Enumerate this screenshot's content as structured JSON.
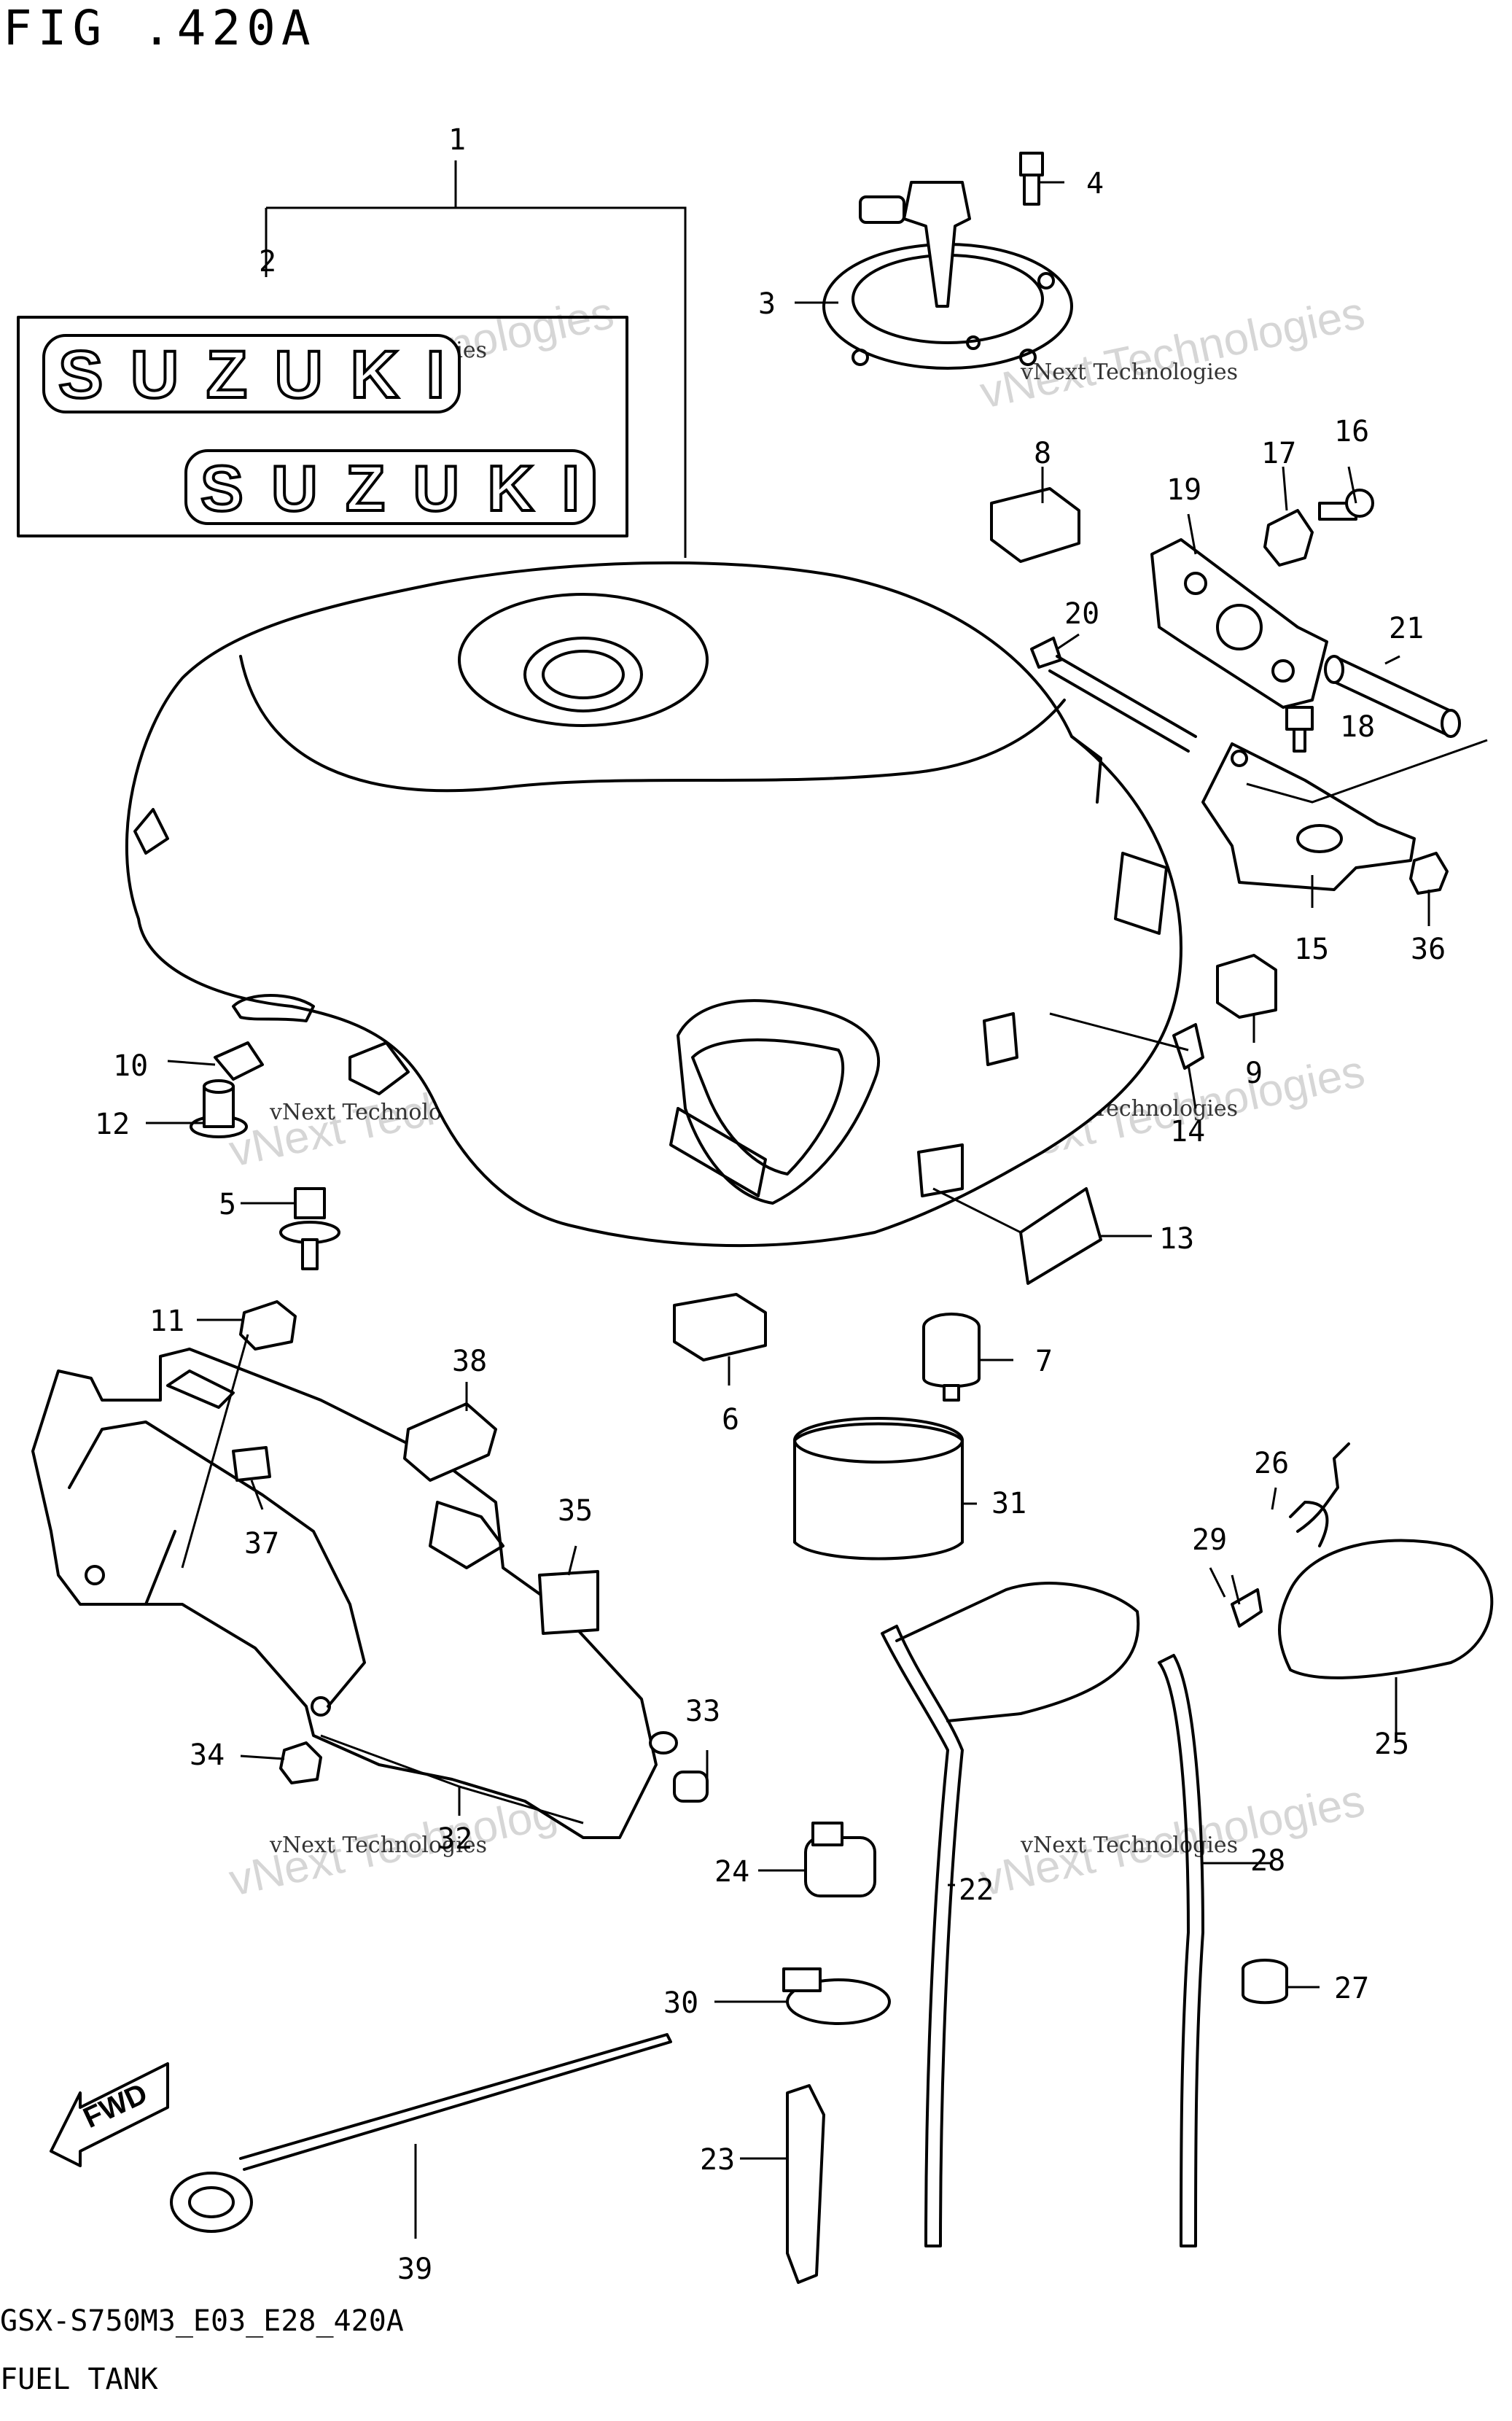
{
  "figure": {
    "title": "FIG .420A",
    "model_code": "GSX-S750M3_E03_E28_420A",
    "caption": "FUEL TANK"
  },
  "logo_text": "SUZUKI",
  "fwd_label": "FWD",
  "watermark": {
    "small": "vNext Technologies",
    "large": "vNext Technologies"
  },
  "callouts": [
    {
      "num": "1"
    },
    {
      "num": "2"
    },
    {
      "num": "3"
    },
    {
      "num": "4"
    },
    {
      "num": "5"
    },
    {
      "num": "6"
    },
    {
      "num": "7"
    },
    {
      "num": "8"
    },
    {
      "num": "9"
    },
    {
      "num": "10"
    },
    {
      "num": "11"
    },
    {
      "num": "12"
    },
    {
      "num": "13"
    },
    {
      "num": "14"
    },
    {
      "num": "15"
    },
    {
      "num": "16"
    },
    {
      "num": "17"
    },
    {
      "num": "18"
    },
    {
      "num": "19"
    },
    {
      "num": "20"
    },
    {
      "num": "21"
    },
    {
      "num": "22"
    },
    {
      "num": "23"
    },
    {
      "num": "24"
    },
    {
      "num": "25"
    },
    {
      "num": "26"
    },
    {
      "num": "27"
    },
    {
      "num": "28"
    },
    {
      "num": "29"
    },
    {
      "num": "30"
    },
    {
      "num": "31"
    },
    {
      "num": "32"
    },
    {
      "num": "33"
    },
    {
      "num": "34"
    },
    {
      "num": "35"
    },
    {
      "num": "36"
    },
    {
      "num": "37"
    },
    {
      "num": "38"
    },
    {
      "num": "39"
    }
  ]
}
